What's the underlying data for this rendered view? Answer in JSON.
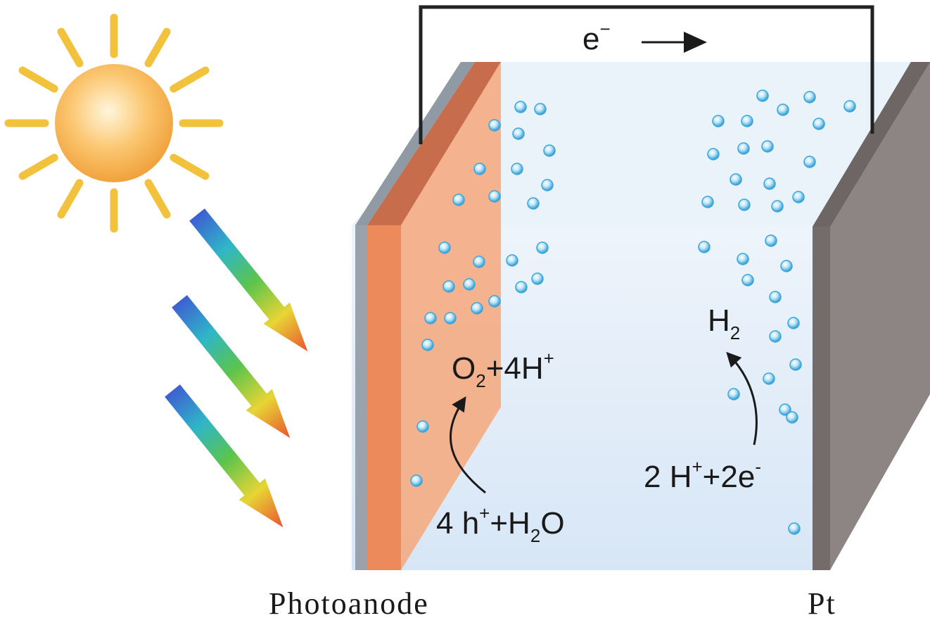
{
  "labels": {
    "electron": "e",
    "electron_sup": "−",
    "oxygen_eq": {
      "O": "O",
      "sub2": "2",
      "rest": "+4H",
      "sup": "+"
    },
    "hole_eq": {
      "pre": "4 h",
      "sup": "+",
      "mid": "+H",
      "sub2": "2",
      "post": "O"
    },
    "hydrogen": {
      "H": "H",
      "sub2": "2"
    },
    "proton_eq": {
      "pre": "2 H",
      "sup": "+",
      "mid": "+2e",
      "sup2": "-"
    },
    "photoanode": "Photoanode",
    "pt": "Pt"
  },
  "colors": {
    "sun": "#f7b64a",
    "sun_rays": "#f3c23c",
    "electrolyte": "#e3eefa",
    "photoanode_front": "#f5a57a",
    "photoanode_back": "#e8875a",
    "photoanode_substrate": "#9aa3ab",
    "pt_electrode": "#8a8280",
    "bubble": "#3aa6db",
    "wire": "#222222"
  },
  "icons": [
    "sun-icon",
    "light-ray-arrow-icon",
    "gas-bubble-icon",
    "wire-arrow-icon"
  ]
}
